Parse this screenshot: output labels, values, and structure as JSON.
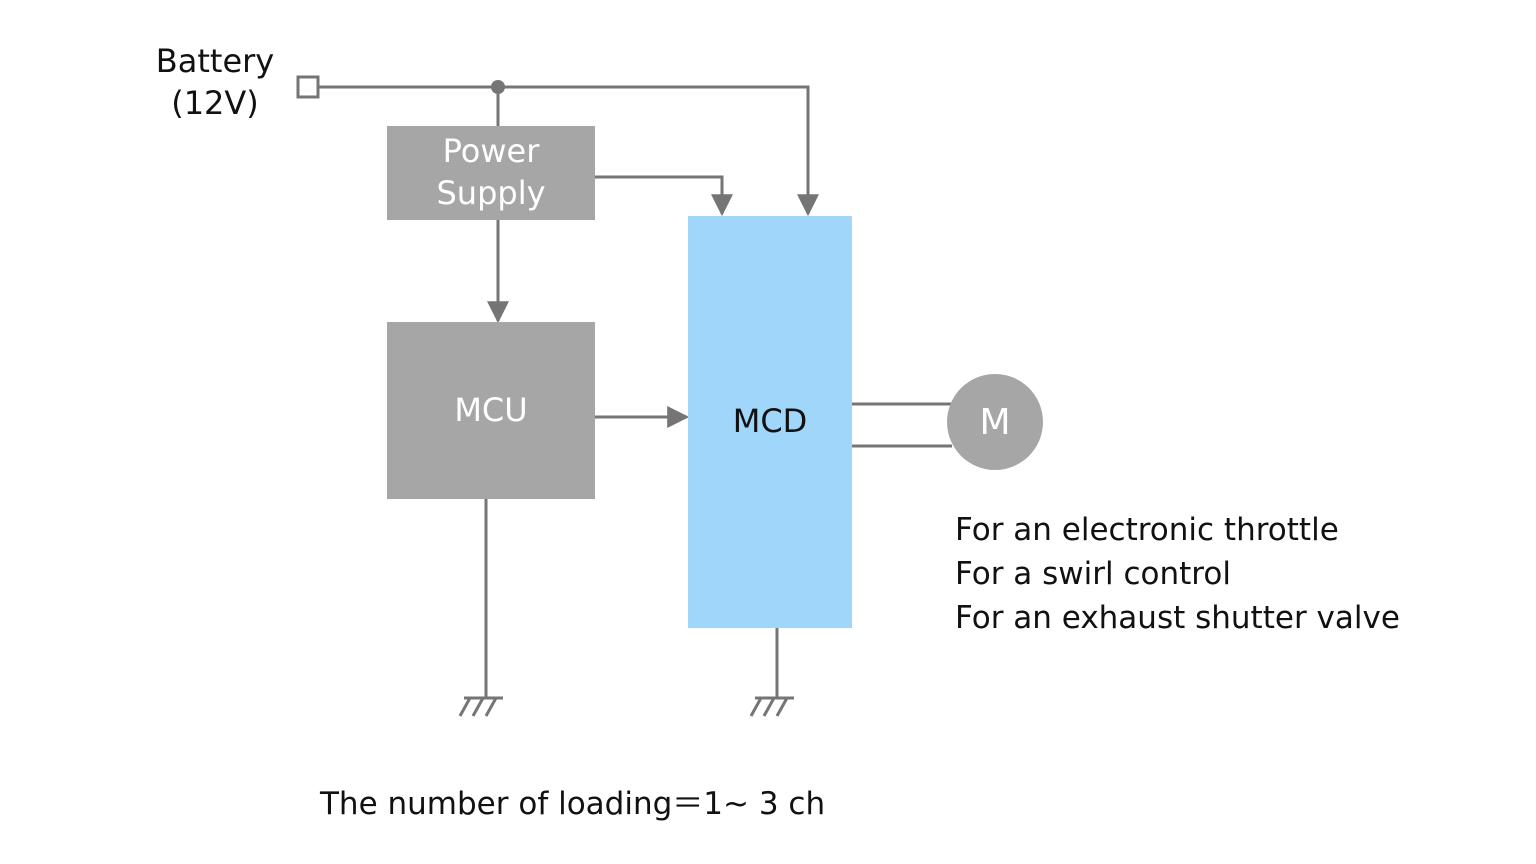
{
  "battery": {
    "line1": "Battery",
    "line2": "(12V)"
  },
  "power_supply": {
    "line1": "Power",
    "line2": "Supply"
  },
  "mcu": {
    "label": "MCU"
  },
  "mcd": {
    "label": "MCD"
  },
  "motor": {
    "label": "M"
  },
  "uses": [
    "For an electronic throttle",
    "For a swirl control",
    "For an exhaust shutter valve"
  ],
  "footnote": "The number of loading＝1~ 3 ch",
  "colors": {
    "block_gray": "#a6a6a6",
    "mcd_blue": "#9fd6fa",
    "wire": "#757575",
    "text": "#111111"
  }
}
